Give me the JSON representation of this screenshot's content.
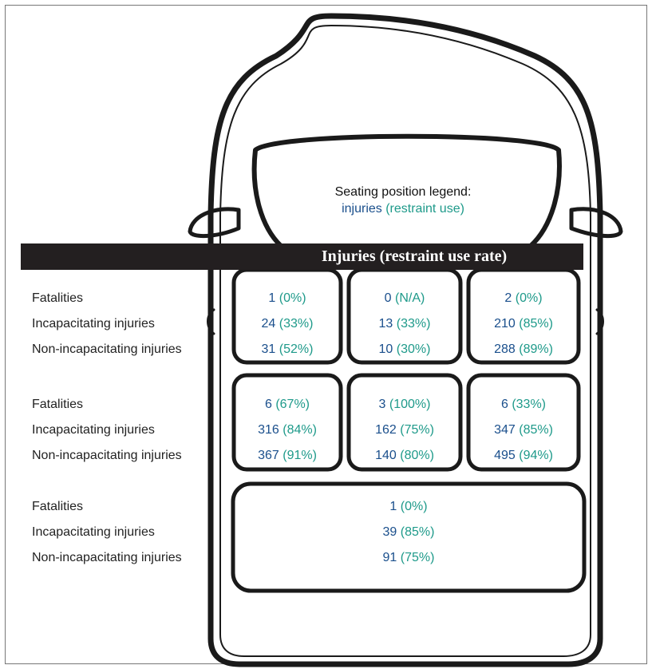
{
  "legend": {
    "title": "Seating position legend:",
    "injuries": "injuries",
    "restraint": "(restraint use)"
  },
  "header": {
    "title": "Injuries (restraint use rate)"
  },
  "colors": {
    "injuries": "#1a4f8c",
    "restraint_use": "#1e9a8a",
    "band": "#231f20"
  },
  "row_labels": [
    "Fatalities",
    "Incapacitating injuries",
    "Non-incapacitating injuries"
  ],
  "rows": [
    {
      "name": "front",
      "seats": [
        {
          "position": "left",
          "values": [
            {
              "count": "1",
              "rate": "(0%)"
            },
            {
              "count": "24",
              "rate": "(33%)"
            },
            {
              "count": "31",
              "rate": "(52%)"
            }
          ]
        },
        {
          "position": "center",
          "values": [
            {
              "count": "0",
              "rate": "(N/A)"
            },
            {
              "count": "13",
              "rate": "(33%)"
            },
            {
              "count": "10",
              "rate": "(30%)"
            }
          ]
        },
        {
          "position": "right",
          "values": [
            {
              "count": "2",
              "rate": "(0%)"
            },
            {
              "count": "210",
              "rate": "(85%)"
            },
            {
              "count": "288",
              "rate": "(89%)"
            }
          ]
        }
      ]
    },
    {
      "name": "second",
      "seats": [
        {
          "position": "left",
          "values": [
            {
              "count": "6",
              "rate": "(67%)"
            },
            {
              "count": "316",
              "rate": "(84%)"
            },
            {
              "count": "367",
              "rate": "(91%)"
            }
          ]
        },
        {
          "position": "center",
          "values": [
            {
              "count": "3",
              "rate": "(100%)"
            },
            {
              "count": "162",
              "rate": "(75%)"
            },
            {
              "count": "140",
              "rate": "(80%)"
            }
          ]
        },
        {
          "position": "right",
          "values": [
            {
              "count": "6",
              "rate": "(33%)"
            },
            {
              "count": "347",
              "rate": "(85%)"
            },
            {
              "count": "495",
              "rate": "(94%)"
            }
          ]
        }
      ]
    },
    {
      "name": "third",
      "seats": [
        {
          "position": "bench",
          "values": [
            {
              "count": "1",
              "rate": "(0%)"
            },
            {
              "count": "39",
              "rate": "(85%)"
            },
            {
              "count": "91",
              "rate": "(75%)"
            }
          ]
        }
      ]
    }
  ]
}
